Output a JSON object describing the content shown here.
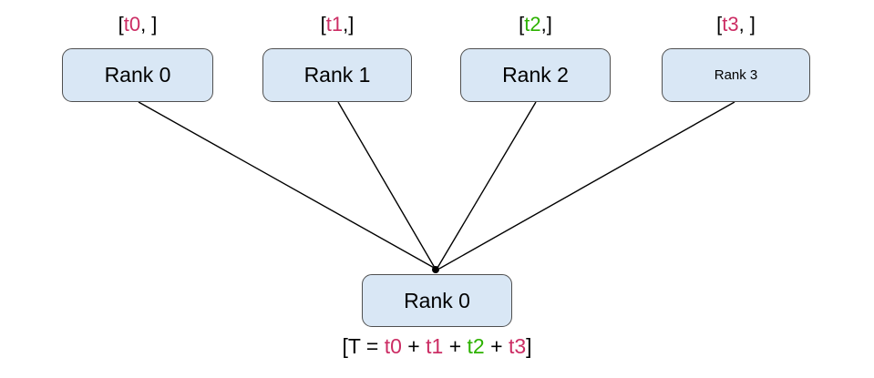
{
  "diagram": {
    "tuples": [
      {
        "open": "[",
        "var": "t0",
        "close": ", ]"
      },
      {
        "open": "[",
        "var": "t1",
        "close": ",]"
      },
      {
        "open": "[",
        "var": "t2",
        "close": ",]"
      },
      {
        "open": "[",
        "var": "t3",
        "close": ", ]"
      }
    ],
    "top_nodes": [
      {
        "label": "Rank 0"
      },
      {
        "label": "Rank 1"
      },
      {
        "label": "Rank 2"
      },
      {
        "label": "Rank 3"
      }
    ],
    "bottom_node": {
      "label": "Rank 0"
    },
    "result": {
      "prefix": "[T = ",
      "t0": "t0",
      "p1": " + ",
      "t1": "t1",
      "p2": " + ",
      "t2": "t2",
      "p3": " + ",
      "t3": "t3",
      "suffix": "]"
    },
    "colors": {
      "node_fill": "#d9e7f5",
      "node_border": "#4f4f4f",
      "term_pink": "#cc2d64",
      "term_green": "#2db200",
      "line": "#000000"
    }
  }
}
